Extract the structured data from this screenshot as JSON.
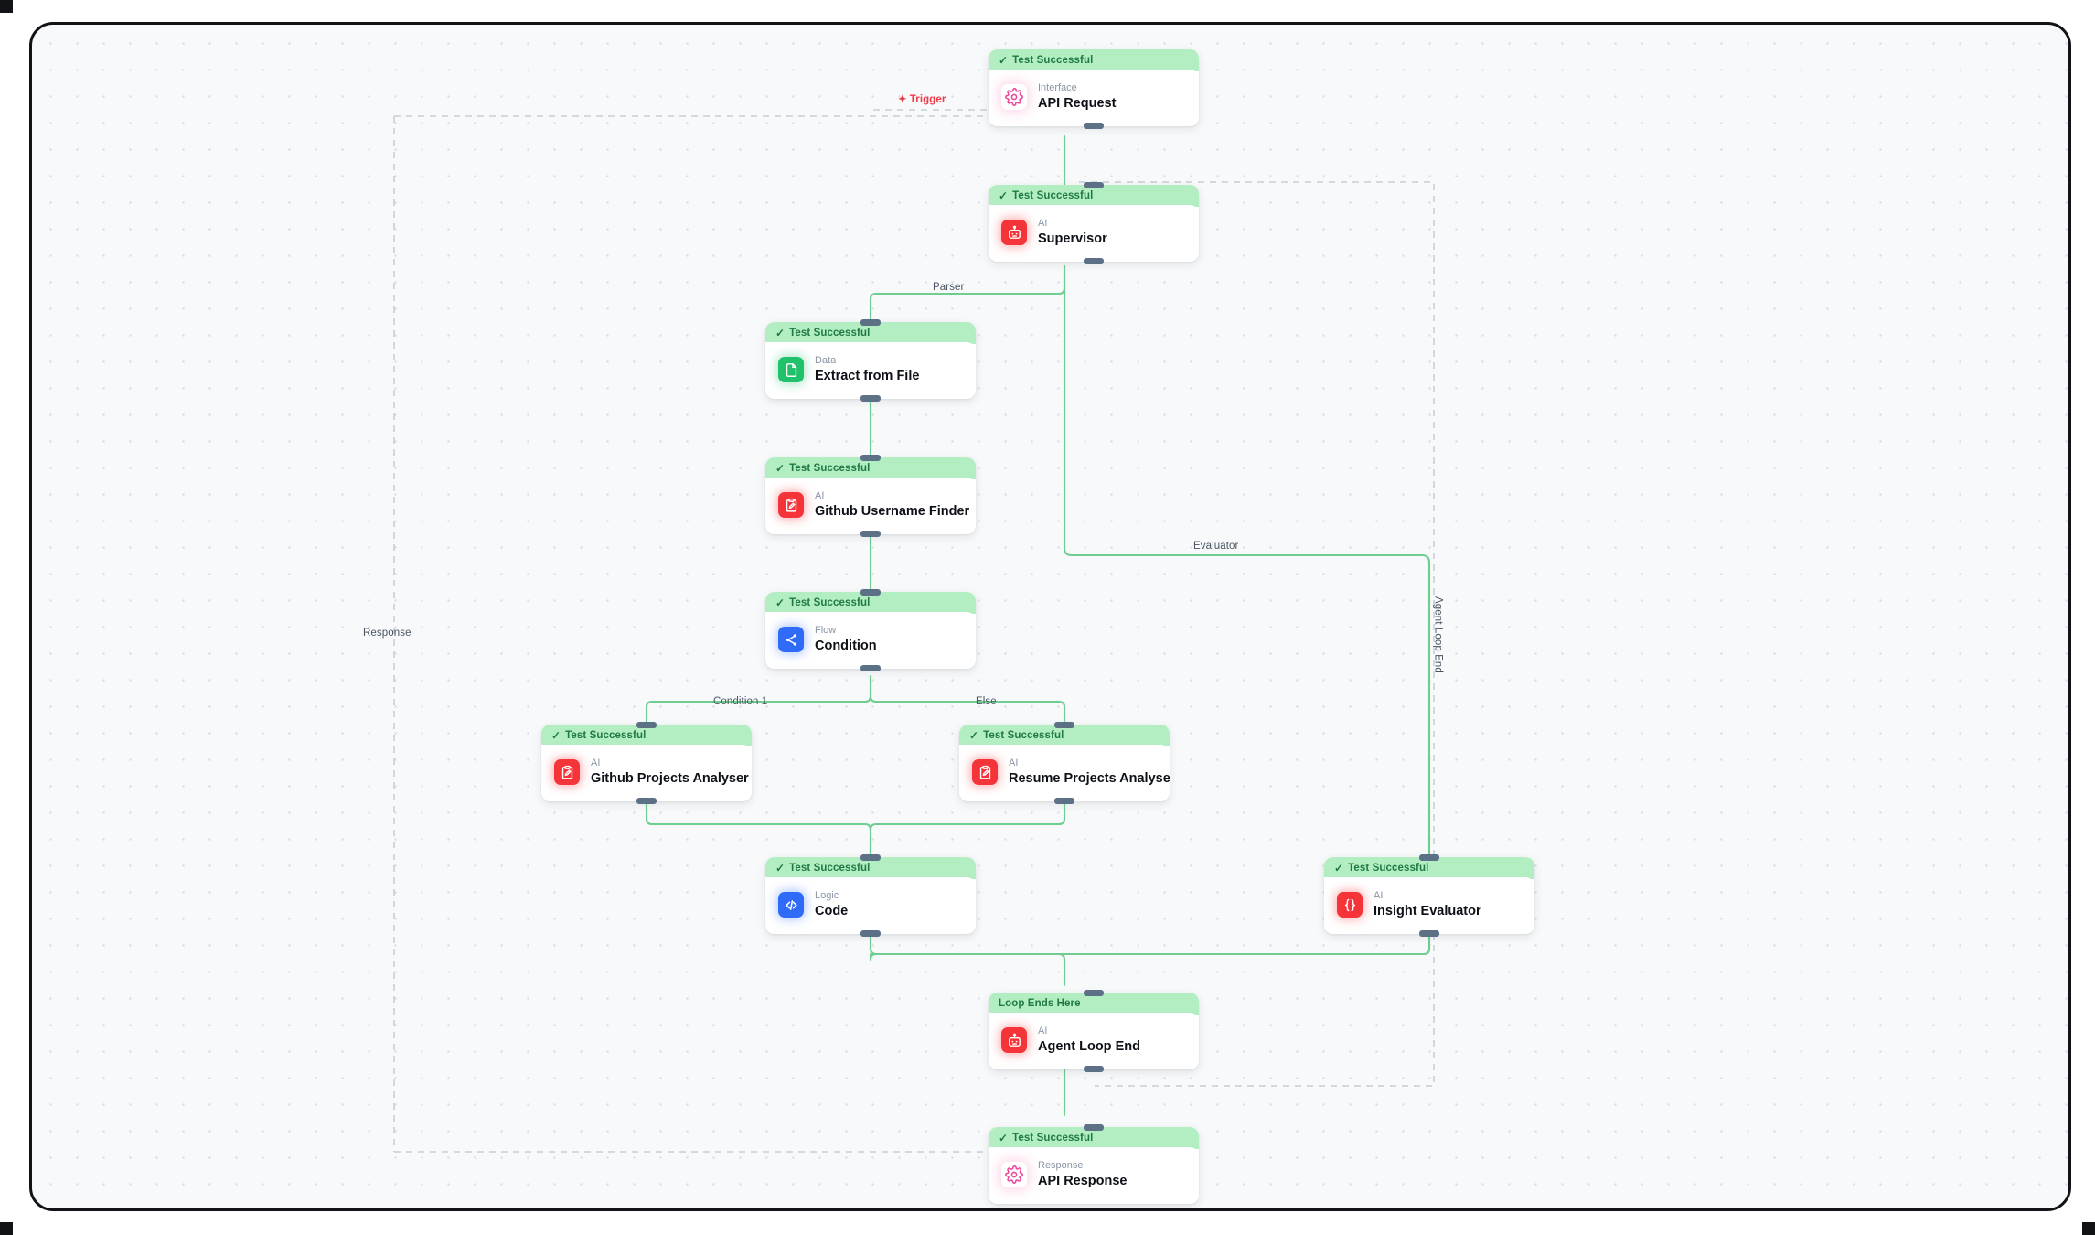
{
  "canvas": {
    "background_color": "#f7f9fa",
    "dot_color": "#d8dde3",
    "border_color": "#111317"
  },
  "colors": {
    "status_bg": "#b3eec3",
    "status_text": "#1f7a42",
    "edge": "#6fce8f",
    "handle": "#5d7186",
    "trigger": "#ee3b48",
    "ai_icon": "#f5343a",
    "data_icon": "#1fc16b",
    "flow_icon": "#2f6bf6",
    "logic_icon": "#2f6bf6",
    "interface_icon": "#ec4899",
    "label_text": "#4b5563",
    "dashed_border": "#c9ced6"
  },
  "status_labels": {
    "test_successful": "Test Successful",
    "loop_ends_here": "Loop Ends Here",
    "check_glyph": "✓"
  },
  "nodes": [
    {
      "id": "api-request",
      "status": "Test Successful",
      "has_check": true,
      "kind": "Interface",
      "title": "API Request",
      "icon": "interface-gear-icon"
    },
    {
      "id": "supervisor",
      "status": "Test Successful",
      "has_check": true,
      "kind": "AI",
      "title": "Supervisor",
      "icon": "ai-robot-icon"
    },
    {
      "id": "extract-from-file",
      "status": "Test Successful",
      "has_check": true,
      "kind": "Data",
      "title": "Extract from File",
      "icon": "data-file-icon"
    },
    {
      "id": "github-username-finder",
      "status": "Test Successful",
      "has_check": true,
      "kind": "AI",
      "title": "Github Username Finder",
      "icon": "ai-clipboard-edit-icon"
    },
    {
      "id": "condition",
      "status": "Test Successful",
      "has_check": true,
      "kind": "Flow",
      "title": "Condition",
      "icon": "flow-branch-icon"
    },
    {
      "id": "github-projects-analyser",
      "status": "Test Successful",
      "has_check": true,
      "kind": "AI",
      "title": "Github Projects Analyser",
      "icon": "ai-clipboard-edit-icon"
    },
    {
      "id": "resume-projects-analyse",
      "status": "Test Successful",
      "has_check": true,
      "kind": "AI",
      "title": "Resume Projects Analyse",
      "icon": "ai-clipboard-edit-icon"
    },
    {
      "id": "code",
      "status": "Test Successful",
      "has_check": true,
      "kind": "Logic",
      "title": "Code",
      "icon": "logic-code-icon"
    },
    {
      "id": "insight-evaluator",
      "status": "Test Successful",
      "has_check": true,
      "kind": "AI",
      "title": "Insight Evaluator",
      "icon": "ai-braces-icon"
    },
    {
      "id": "agent-loop-end",
      "status": "Loop Ends Here",
      "has_check": false,
      "kind": "AI",
      "title": "Agent Loop End",
      "icon": "ai-robot-icon"
    },
    {
      "id": "api-response",
      "status": "Test Successful",
      "has_check": true,
      "kind": "Response",
      "title": "API Response",
      "icon": "interface-gear-icon"
    }
  ],
  "edge_labels": {
    "trigger": "Trigger",
    "trigger_glyph": "✦",
    "parser": "Parser",
    "evaluator": "Evaluator",
    "response": "Response",
    "condition_1": "Condition 1",
    "else": "Else",
    "agent_loop_end": "Agent Loop End"
  }
}
